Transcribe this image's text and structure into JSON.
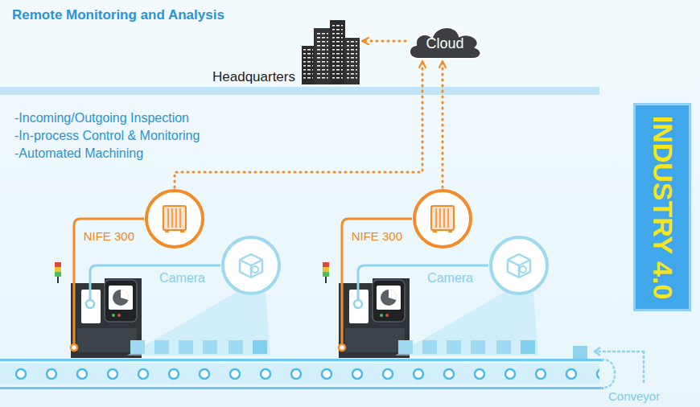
{
  "diagram": {
    "title": "Remote Monitoring and Analysis",
    "nodes": [
      {
        "text": [
          "Headquarters"
        ]
      },
      {
        "text": [
          "Cloud"
        ]
      },
      {
        "text": [
          "NIFE 300"
        ]
      },
      {
        "text": [
          "Camera"
        ]
      },
      {
        "text": [
          "NIFE 300"
        ]
      },
      {
        "text": [
          "Camera"
        ]
      },
      {
        "text": [
          "INDUSTRY 4.0"
        ]
      }
    ],
    "edges": [
      {
        "from": 1,
        "to": 0,
        "arrow": "to"
      },
      {
        "from": 2,
        "to": 1,
        "arrow": "to"
      },
      {
        "from": 4,
        "to": 1,
        "arrow": "to"
      }
    ],
    "labels": [
      "-Incoming/Outgoing Inspection",
      "-In-process Control & Monitoring",
      "-Automated Machining",
      "Conveyor"
    ]
  }
}
